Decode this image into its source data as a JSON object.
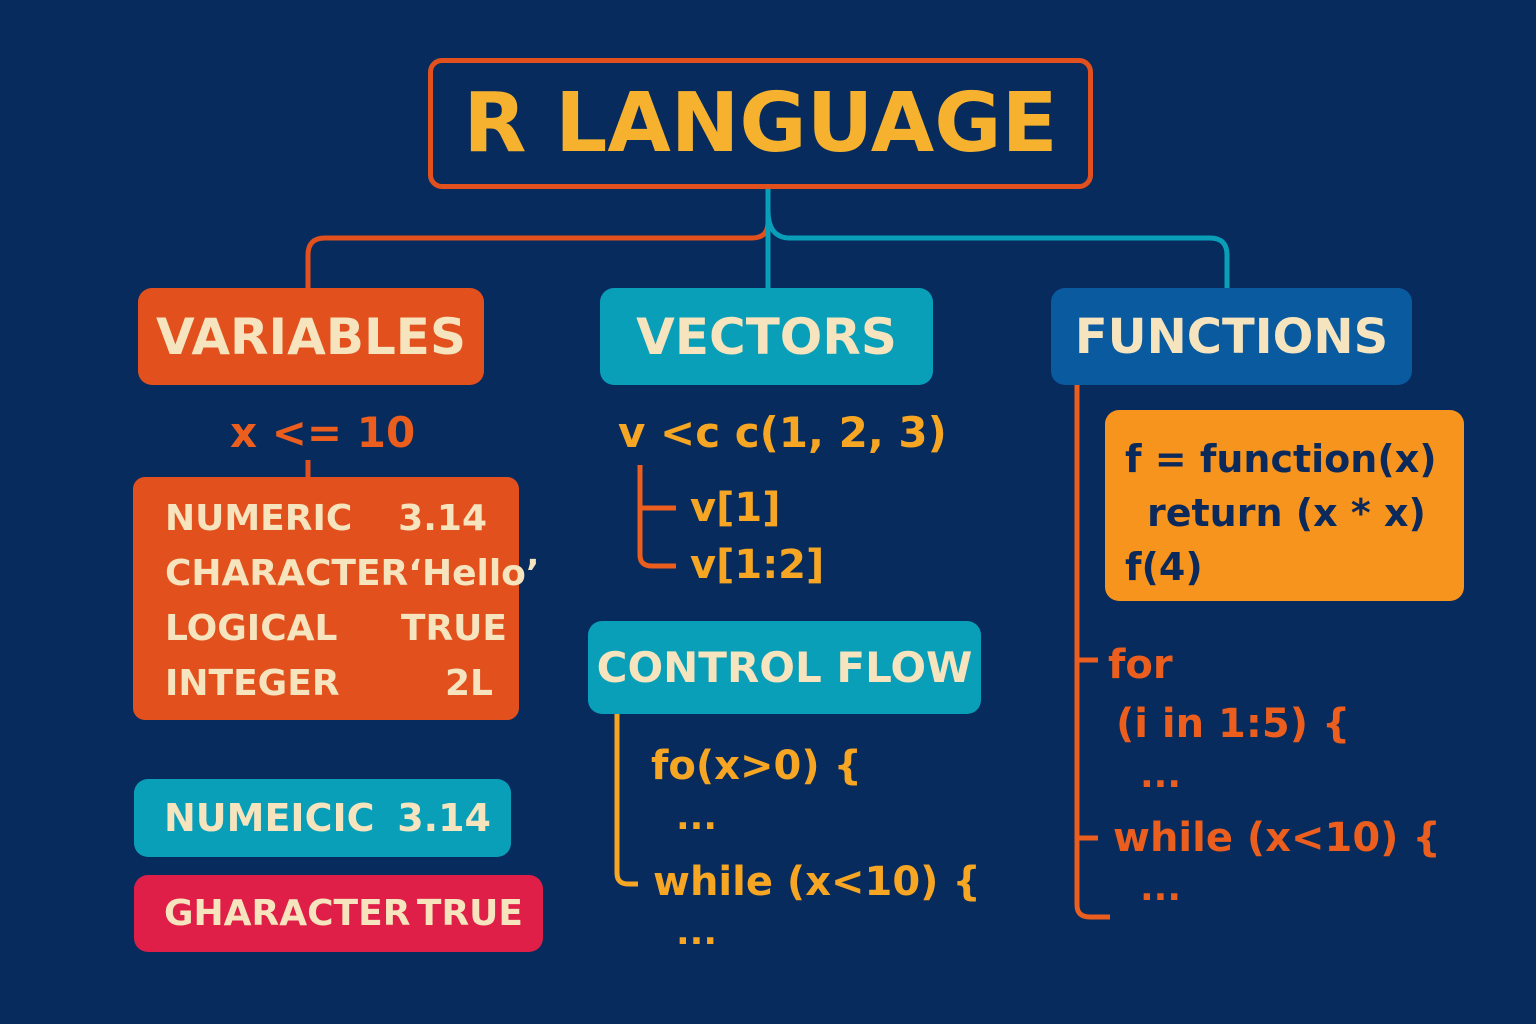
{
  "title": "R LANGUAGE",
  "variables": {
    "heading": "VARIABLES",
    "assign": "x <= 10",
    "rows": [
      {
        "type": "NUMERIC",
        "value": "3.14"
      },
      {
        "type": "CHARACTER",
        "value": "‘Hello’"
      },
      {
        "type": "LOGICAL",
        "value": "TRUE"
      },
      {
        "type": "INTEGER",
        "value": "2L"
      }
    ],
    "extra1": {
      "type": "NUMEICIC",
      "value": "3.14"
    },
    "extra2": {
      "type": "GHARACTER",
      "value": "TRUE"
    }
  },
  "vectors": {
    "heading": "VECTORS",
    "assign": "v <c c(1, 2, 3)",
    "items": [
      "v[1]",
      "v[1:2]"
    ]
  },
  "control_flow": {
    "heading": "CONTROL FLOW",
    "lines": [
      "fo(x>0) {",
      "...",
      "while (x<10) {",
      "..."
    ]
  },
  "functions": {
    "heading": "FUNCTIONS",
    "code": [
      "f = function(x)",
      "return (x * x)",
      "f(4)"
    ],
    "loops": [
      "for",
      "(i in 1:5) {",
      "...",
      "while (x<10) {",
      "..."
    ]
  },
  "colors": {
    "background": "#072b5c",
    "orange": "#e2501e",
    "teal": "#0a9fb8",
    "blue": "#0a5aa0",
    "gold": "#f6a623",
    "red": "#e01f48",
    "light_orange": "#f7941d"
  }
}
